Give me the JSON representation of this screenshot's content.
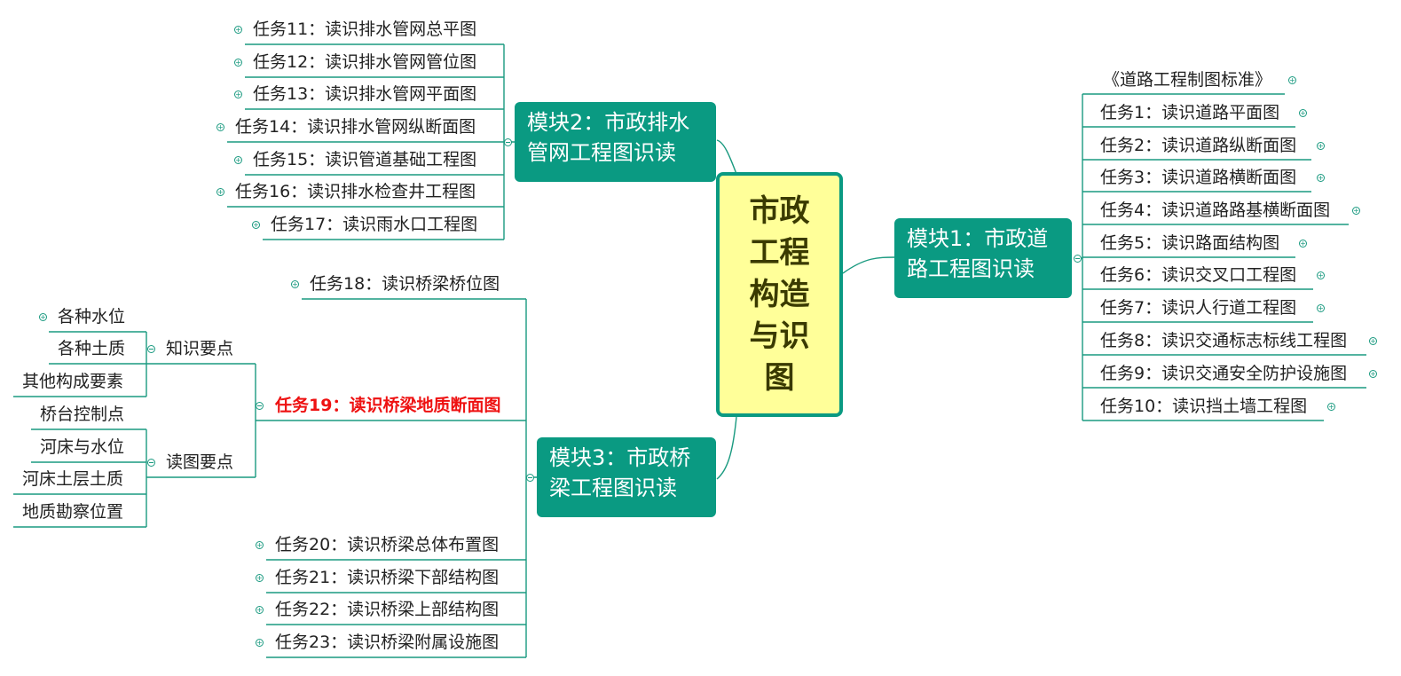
{
  "center": "市政工程构造与识图",
  "module1": {
    "title": "模块1：市政道路工程图识读",
    "items": [
      "《道路工程制图标准》",
      "任务1：读识道路平面图",
      "任务2：读识道路纵断面图",
      "任务3：读识道路横断面图",
      "任务4：读识道路路基横断面图",
      "任务5：读识路面结构图",
      "任务6：读识交叉口工程图",
      "任务7：读识人行道工程图",
      "任务8：读识交通标志标线工程图",
      "任务9：读识交通安全防护设施图",
      "任务10：读识挡土墙工程图"
    ]
  },
  "module2": {
    "title": "模块2：市政排水管网工程图识读",
    "items": [
      "任务11：读识排水管网总平图",
      "任务12：读识排水管网管位图",
      "任务13：读识排水管网平面图",
      "任务14：读识排水管网纵断面图",
      "任务15：读识管道基础工程图",
      "任务16：读识排水检查井工程图",
      "任务17：读识雨水口工程图"
    ]
  },
  "module3": {
    "title": "模块3：市政桥梁工程图识读",
    "task18": "任务18：读识桥梁桥位图",
    "task19": {
      "label": "任务19：读识桥梁地质断面图",
      "knowledge": {
        "label": "知识要点",
        "items": [
          "各种水位",
          "各种土质",
          "其他构成要素"
        ]
      },
      "reading": {
        "label": "读图要点",
        "items": [
          "桥台控制点",
          "河床与水位",
          "河床土层土质",
          "地质勘察位置"
        ]
      }
    },
    "items": [
      "任务20：读识桥梁总体布置图",
      "任务21：读识桥梁下部结构图",
      "任务22：读识桥梁上部结构图",
      "任务23：读识桥梁附属设施图"
    ]
  },
  "colors": {
    "accent": "#0a9a82",
    "center_fill": "#ffff99",
    "highlight": "#ee1111",
    "line": "#1a9a80"
  }
}
